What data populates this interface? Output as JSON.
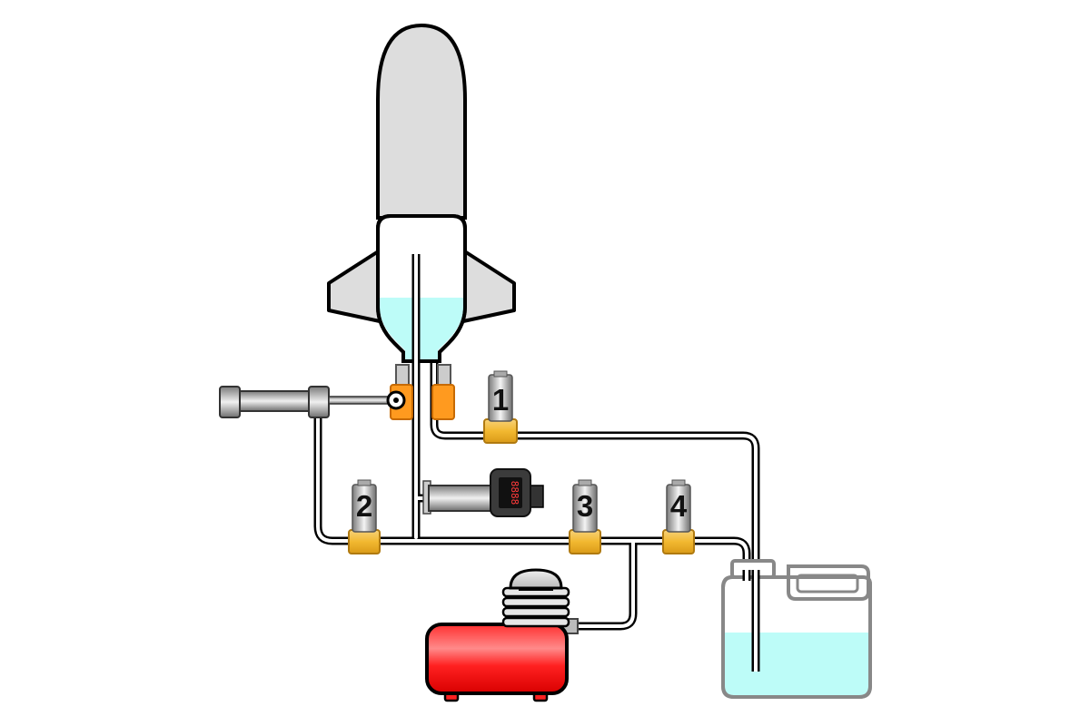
{
  "colors": {
    "rocket_body": "#dddddd",
    "outline": "#000000",
    "water": "#bdfcf8",
    "fitting_orange": "#ff9a1f",
    "valve_brass": "#f2b830",
    "compressor_red": "#ff2525",
    "container_gray": "#888888",
    "pipe_outline": "#000000"
  },
  "valves": [
    {
      "label": "1",
      "name": "valve-1"
    },
    {
      "label": "2",
      "name": "valve-2"
    },
    {
      "label": "3",
      "name": "valve-3"
    },
    {
      "label": "4",
      "name": "valve-4"
    }
  ],
  "pressure_gauge": {
    "display": "8888"
  },
  "components": {
    "rocket": "bottle-rocket",
    "launcher": "launch-release-mechanism",
    "compressor": "air-compressor",
    "reservoir": "water-jerrycan",
    "gauge": "digital-pressure-gauge"
  }
}
